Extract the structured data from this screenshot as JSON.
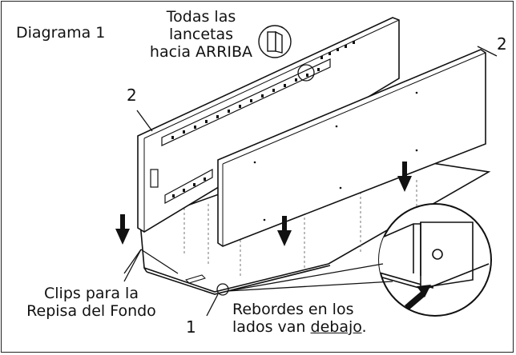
{
  "diagram": {
    "title": "Diagrama  1",
    "top_note": [
      "Todas las",
      "lancetas",
      "hacia ARRIBA"
    ],
    "callout_left": [
      "Clips para la",
      "Repisa del Fondo"
    ],
    "callout_bottom_line1": "Rebordes en los",
    "callout_bottom_prefix": "lados van ",
    "callout_bottom_underlined": "debajo",
    "callout_bottom_suffix": ".",
    "part_numbers": {
      "left_panel": "2",
      "right_panel": "2",
      "base": "1"
    }
  }
}
